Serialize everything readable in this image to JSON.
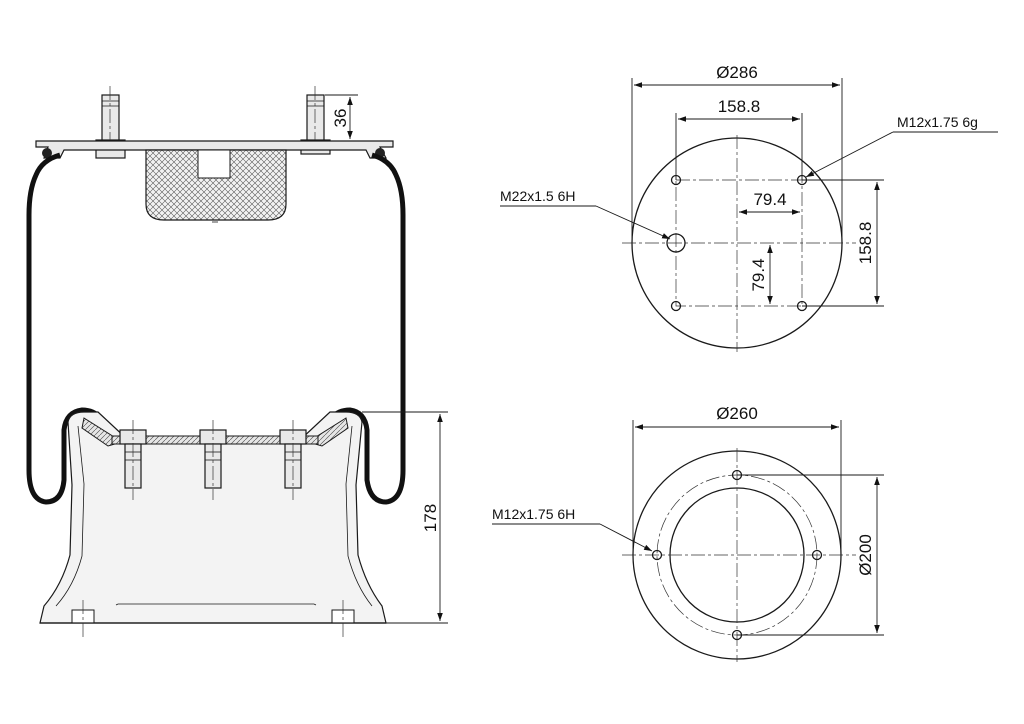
{
  "dimensions": {
    "stud_height": "36",
    "piston_height": "178",
    "top_plate_diameter": "Ø286",
    "top_bolt_spacing_x": "158.8",
    "top_bolt_offset_x": "79.4",
    "top_bolt_spacing_y": "158.8",
    "top_bolt_offset_y": "79.4",
    "piston_diameter": "Ø260",
    "bolt_circle_diameter": "Ø200"
  },
  "threads": {
    "top_stud": "M12x1.75 6g",
    "air_inlet": "M22x1.5 6H",
    "piston_hole": "M12x1.75 6H"
  }
}
